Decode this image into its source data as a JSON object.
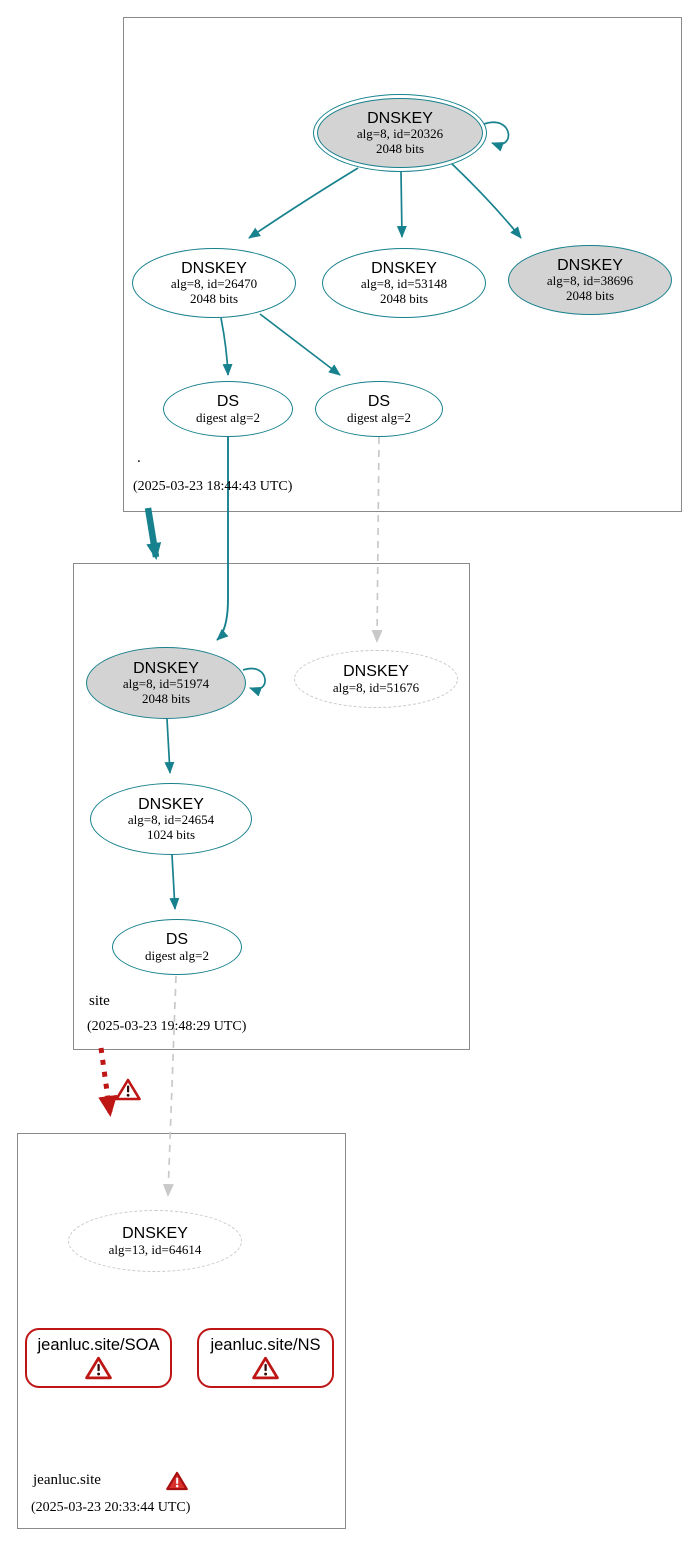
{
  "diagram_type": "dnssec-authentication-chain",
  "colors": {
    "secure_teal": "#17818d",
    "error_red": "#be1515",
    "missing_dash_gray": "#c9c9c9",
    "key_fill_gray": "#d3d3d3",
    "zone_border_gray": "#8a8a8a"
  },
  "icons": {
    "warning": "warning-triangle-icon"
  },
  "zones": {
    "root": {
      "label": ".",
      "timestamp": "(2025-03-23 18:44:43 UTC)",
      "nodes": {
        "ksk": {
          "type": "DNSKEY",
          "detail": "alg=8, id=20326",
          "bits": "2048 bits"
        },
        "zsk1": {
          "type": "DNSKEY",
          "detail": "alg=8, id=26470",
          "bits": "2048 bits"
        },
        "zsk2": {
          "type": "DNSKEY",
          "detail": "alg=8, id=53148",
          "bits": "2048 bits"
        },
        "ksk2": {
          "type": "DNSKEY",
          "detail": "alg=8, id=38696",
          "bits": "2048 bits"
        },
        "ds1": {
          "type": "DS",
          "detail": "digest alg=2"
        },
        "ds2": {
          "type": "DS",
          "detail": "digest alg=2"
        }
      }
    },
    "site": {
      "label": "site",
      "timestamp": "(2025-03-23 19:48:29 UTC)",
      "nodes": {
        "ksk": {
          "type": "DNSKEY",
          "detail": "alg=8, id=51974",
          "bits": "2048 bits"
        },
        "missing_key": {
          "type": "DNSKEY",
          "detail": "alg=8, id=51676"
        },
        "zsk": {
          "type": "DNSKEY",
          "detail": "alg=8, id=24654",
          "bits": "1024 bits"
        },
        "ds": {
          "type": "DS",
          "detail": "digest alg=2"
        }
      }
    },
    "jeanluc": {
      "label": "jeanluc.site",
      "timestamp": "(2025-03-23 20:33:44 UTC)",
      "nodes": {
        "missing_key": {
          "type": "DNSKEY",
          "detail": "alg=13, id=64614"
        },
        "soa": {
          "label": "jeanluc.site/SOA"
        },
        "ns": {
          "label": "jeanluc.site/NS"
        }
      }
    }
  }
}
